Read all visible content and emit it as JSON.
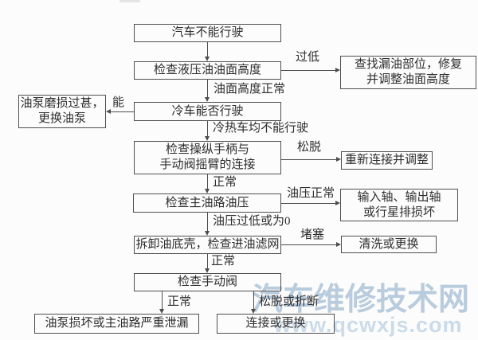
{
  "nodes": {
    "start": "汽车不能行驶",
    "check_oil_level": "检查液压油油面高度",
    "repair_leak": "查找漏油部位，修复\n并调整油面高度",
    "cold_start_test": "冷车能否行驶",
    "pump_worn": "油泵磨损过甚，\n更换油泵",
    "check_linkage": "检查操纵手柄与\n手动阀摇臂的连接",
    "reconnect": "重新连接并调整",
    "check_main_pressure": "检查主油路油压",
    "shaft_damage": "输入轴、输出轴\n或行星排损坏",
    "check_filter": "拆卸油底壳，检查进油滤网",
    "clean_replace": "清洗或更换",
    "check_manual_valve": "检查手动阀",
    "pump_damaged": "油泵损坏或主油路严重泄漏",
    "connect_replace": "连接或更换"
  },
  "edge_labels": {
    "too_low": "过低",
    "level_normal": "油面高度正常",
    "can_drive": "能",
    "neither_drives": "冷热车均不能行驶",
    "loose": "松脱",
    "normal_1": "正常",
    "pressure_normal": "油压正常",
    "pressure_low": "油压过低或为0",
    "clogged": "堵塞",
    "normal_2": "正常",
    "normal_3": "正常",
    "loose_or_broken": "松脱或折断"
  },
  "watermark": {
    "site_name": "汽车维修技术网",
    "url": "www.qcwxjs.com",
    "color": "#aec4d8"
  }
}
